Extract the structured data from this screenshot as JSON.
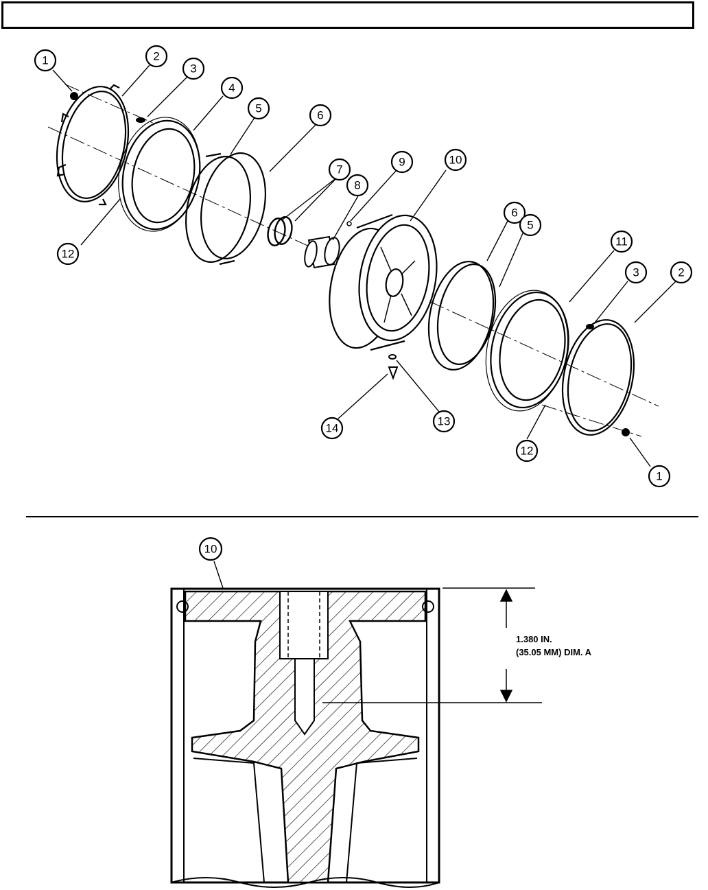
{
  "header": {
    "title": ""
  },
  "callouts": [
    {
      "id": "c1a",
      "label": "1"
    },
    {
      "id": "c2a",
      "label": "2"
    },
    {
      "id": "c3a",
      "label": "3"
    },
    {
      "id": "c4",
      "label": "4"
    },
    {
      "id": "c5a",
      "label": "5"
    },
    {
      "id": "c6a",
      "label": "6"
    },
    {
      "id": "c7",
      "label": "7"
    },
    {
      "id": "c8",
      "label": "8"
    },
    {
      "id": "c9",
      "label": "9"
    },
    {
      "id": "c10a",
      "label": "10"
    },
    {
      "id": "c6b",
      "label": "6"
    },
    {
      "id": "c5b",
      "label": "5"
    },
    {
      "id": "c11",
      "label": "11"
    },
    {
      "id": "c3b",
      "label": "3"
    },
    {
      "id": "c2b",
      "label": "2"
    },
    {
      "id": "c12a",
      "label": "12"
    },
    {
      "id": "c14",
      "label": "14"
    },
    {
      "id": "c13",
      "label": "13"
    },
    {
      "id": "c12b",
      "label": "12"
    },
    {
      "id": "c1b",
      "label": "1"
    },
    {
      "id": "c10b",
      "label": "10"
    }
  ],
  "dimension": {
    "line1": "1.380 IN.",
    "line2": "(35.05 MM) DIM. A"
  }
}
